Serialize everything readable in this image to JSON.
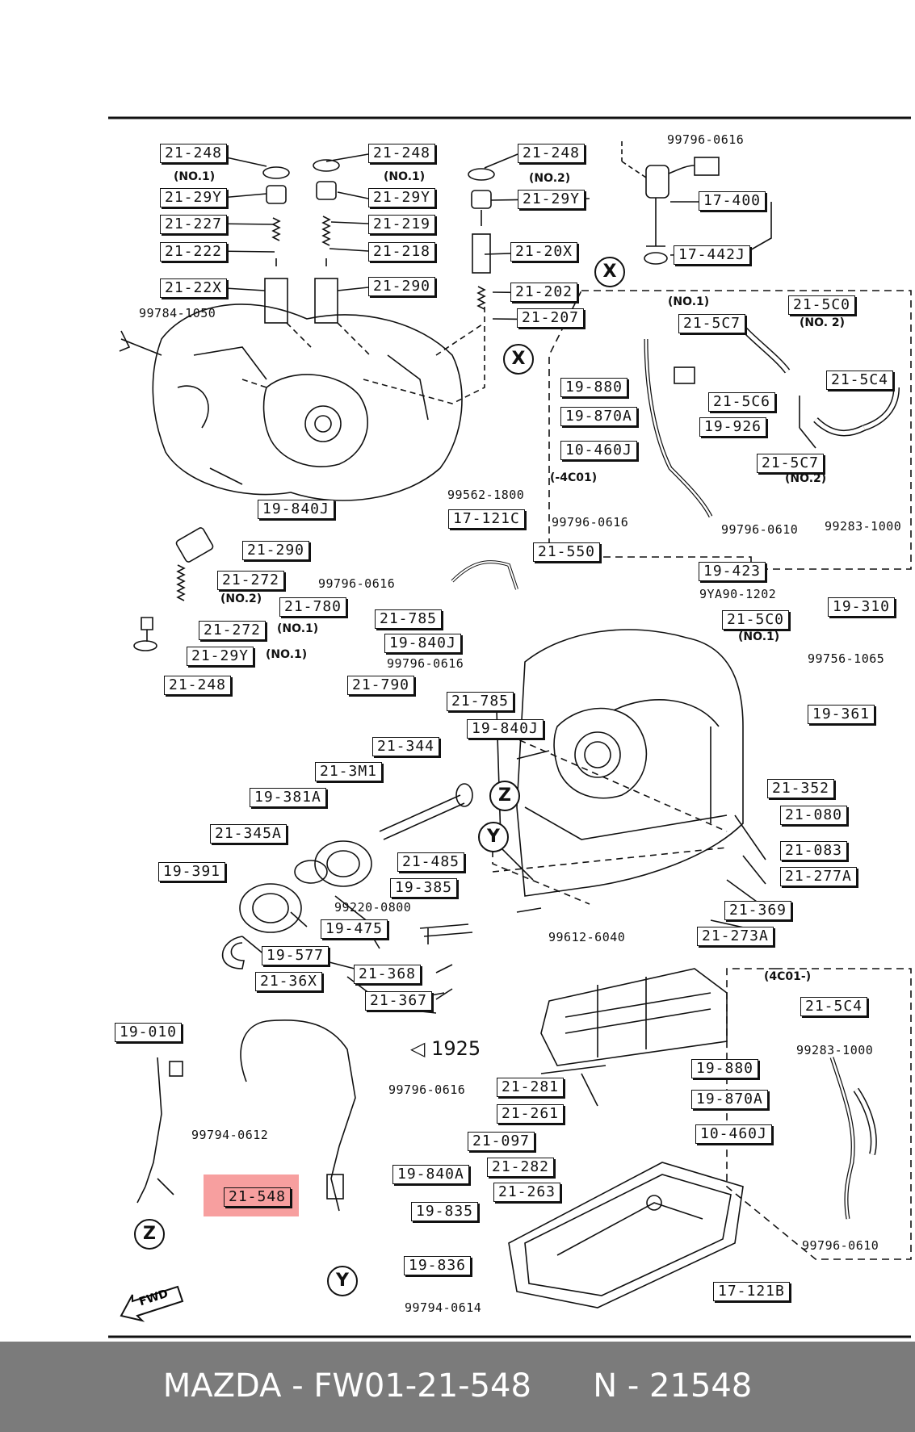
{
  "callouts": {
    "c1": "21-248",
    "c2": "21-29Y",
    "c3": "21-227",
    "c4": "21-222",
    "c5": "21-22X",
    "c6": "21-248",
    "c7": "21-29Y",
    "c8": "21-219",
    "c9": "21-218",
    "c10": "21-290",
    "c11": "21-248",
    "c12": "21-29Y",
    "c13": "21-20X",
    "c14": "21-202",
    "c15": "21-207",
    "c16": "17-400",
    "c17": "17-442J",
    "c18": "21-5C0",
    "c19": "21-5C7",
    "c20": "21-5C4",
    "c21": "19-880",
    "c22": "19-870A",
    "c23": "21-5C6",
    "c24": "19-926",
    "c25": "10-460J",
    "c26": "21-5C7",
    "c27": "19-840J",
    "c28": "17-121C",
    "c29": "21-550",
    "c30": "21-290",
    "c31": "21-272",
    "c32": "21-780",
    "c33": "21-785",
    "c34": "21-272",
    "c35": "19-840J",
    "c36": "21-29Y",
    "c37": "21-248",
    "c38": "19-423",
    "c39": "19-310",
    "c40": "21-5C0",
    "c41": "21-790",
    "c42": "21-785",
    "c43": "19-840J",
    "c44": "19-361",
    "c45": "21-344",
    "c46": "21-3M1",
    "c47": "19-381A",
    "c48": "21-352",
    "c49": "21-080",
    "c50": "21-345A",
    "c51": "21-485",
    "c52": "21-083",
    "c53": "19-391",
    "c54": "19-385",
    "c55": "21-277A",
    "c56": "21-369",
    "c57": "19-475",
    "c58": "21-273A",
    "c59": "19-577",
    "c60": "21-368",
    "c61": "21-36X",
    "c62": "21-367",
    "c63": "21-5C4",
    "c64": "19-010",
    "c65": "21-281",
    "c66": "19-880",
    "c67": "21-261",
    "c68": "19-870A",
    "c69": "21-097",
    "c70": "10-460J",
    "c71": "21-282",
    "c72": "19-840A",
    "c73": "21-548",
    "c74": "21-263",
    "c75": "19-835",
    "c76": "19-836",
    "c77": "17-121B"
  },
  "texts": {
    "t1": "99796-0616",
    "t2": "99784-1050",
    "t3": "99562-1800",
    "t4": "99796-0616",
    "t5": "99796-0610",
    "t6": "99283-1000",
    "t7": "99796-0616",
    "t8": "9YA90-1202",
    "t9": "99796-0616",
    "t10": "99756-1065",
    "t11": "99220-0800",
    "t12": "99612-6040",
    "t13": "99796-0616",
    "t14": "99794-0612",
    "t15": "99283-1000",
    "t16": "99796-0610",
    "t17": "99794-0614"
  },
  "notes": {
    "n1": "(NO.1)",
    "n2": "(NO.1)",
    "n3": "(NO.2)",
    "n4": "(NO.1)",
    "n5": "(NO. 2)",
    "n6": "(NO.2)",
    "n7": "(-4C01)",
    "n8": "(NO.2)",
    "n9": "(NO.1)",
    "n10": "(NO.1)",
    "n11": "(NO.1)",
    "n12": "(4C01-)"
  },
  "markers": {
    "x1": "X",
    "x2": "X",
    "z1": "Z",
    "y1": "Y",
    "z2": "Z",
    "y2": "Y"
  },
  "diagram_code": "1925",
  "fwd_label": "FWD",
  "footer": {
    "text": "MAZDA - FW01-21-548      N - 21548"
  },
  "highlight_color": "#f05050"
}
